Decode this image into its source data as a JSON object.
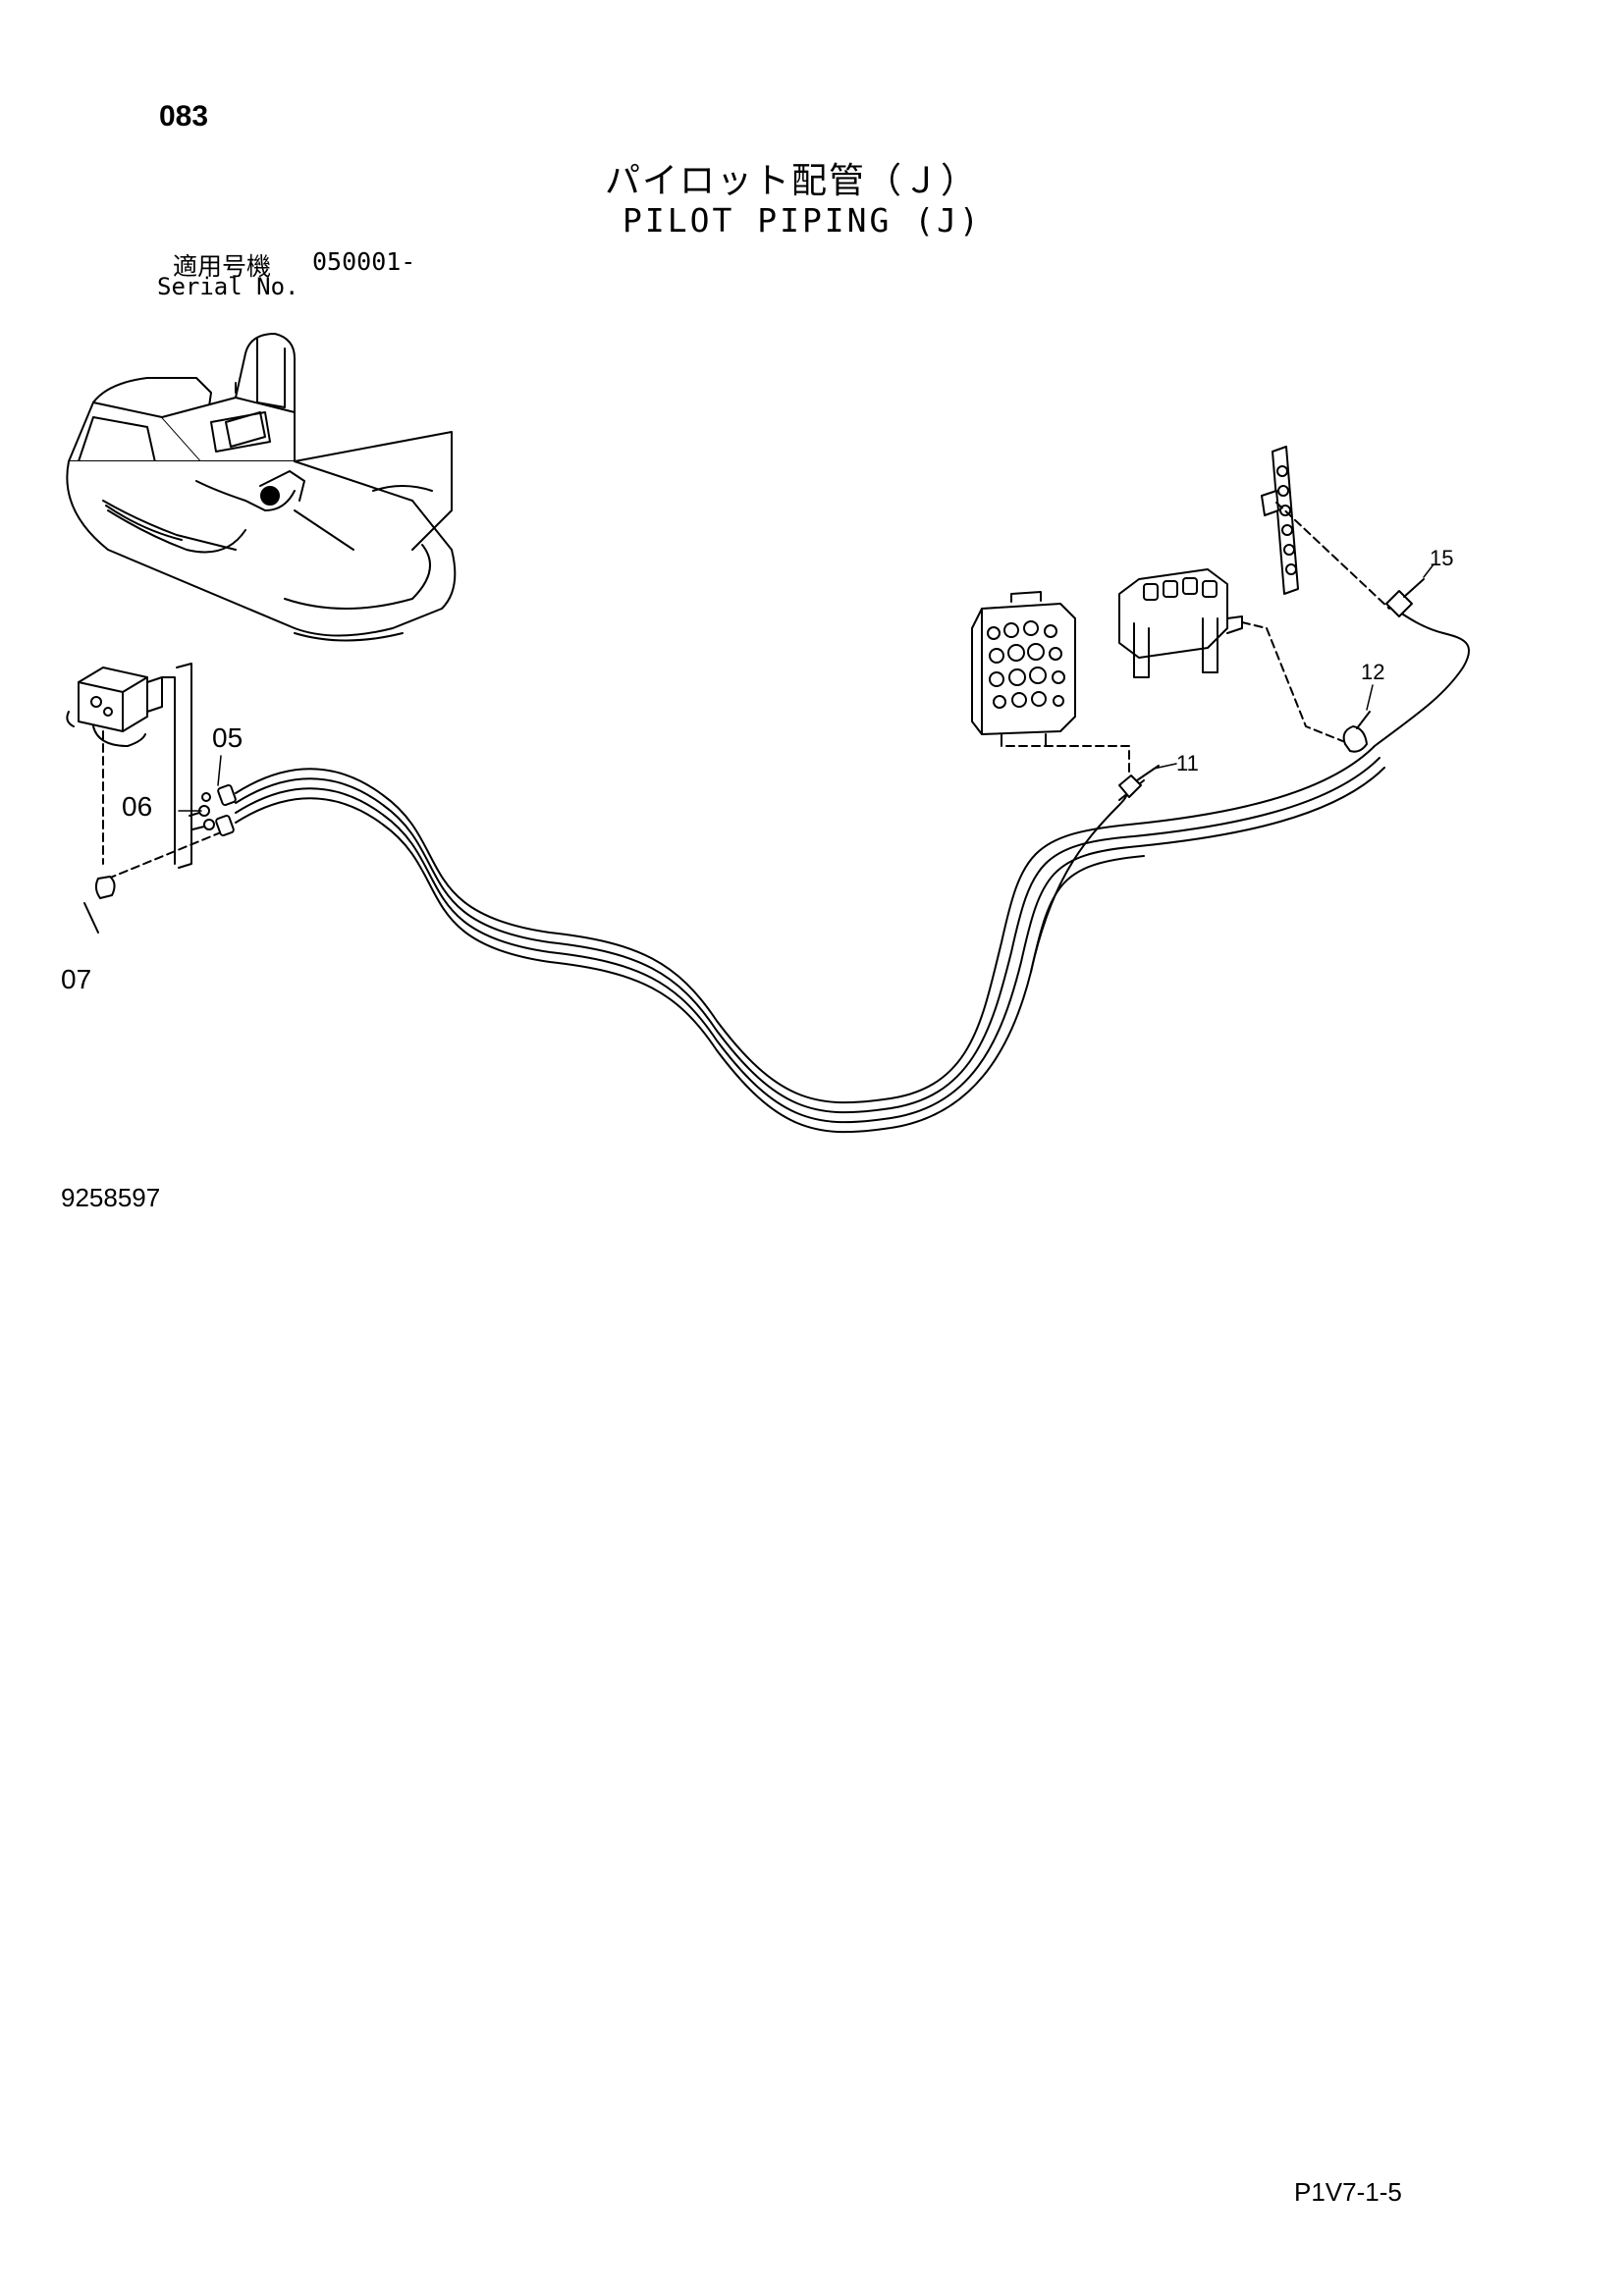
{
  "header": {
    "page_number": "083",
    "title_jp": "パイロット配管（Ｊ）",
    "title_en": "PILOT PIPING (J)"
  },
  "serial": {
    "label_jp": "適用号機",
    "range": "050001-",
    "label_en": "Serial No."
  },
  "callouts": [
    "05",
    "06",
    "07",
    "11",
    "12",
    "15"
  ],
  "footer": {
    "drawing_number": "9258597",
    "sheet_code": "P1V7-1-5"
  },
  "colors": {
    "ink": "#000000",
    "paper": "#ffffff",
    "part_shade": "#e6e6e6"
  }
}
